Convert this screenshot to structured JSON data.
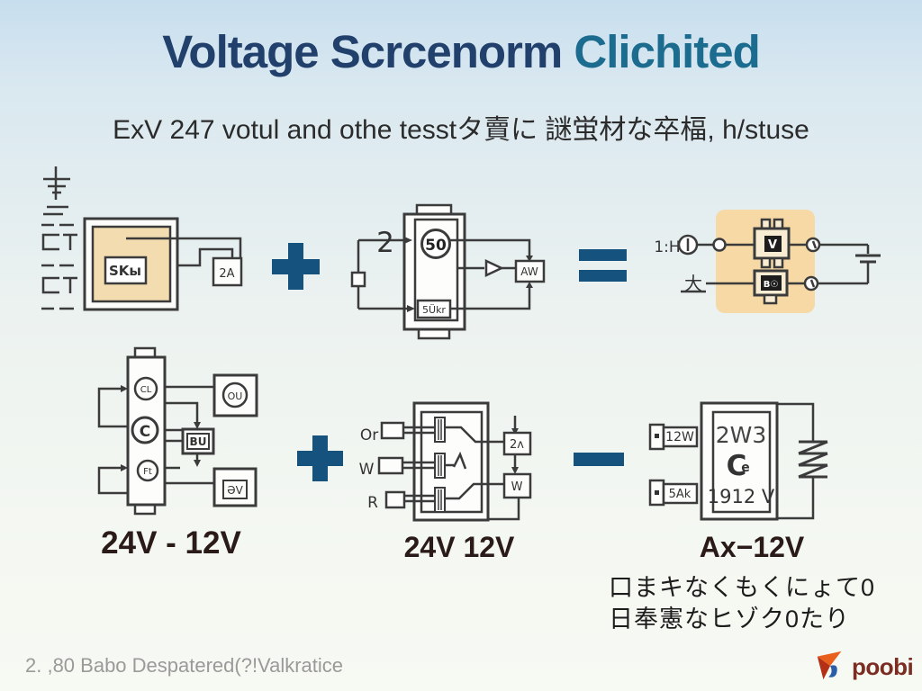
{
  "slide": {
    "title_main": "Voltage Scrcenorm",
    "title_accent": "Clichited",
    "subtitle": "ExV 247 votul and othe tesstタ賣に 謎蛍材な卒楅, h/stuse",
    "footer": "2. ,80 Babo Despatered(?!Valkratice",
    "brand": "poobi"
  },
  "colors": {
    "title_navy": "#21406b",
    "title_teal": "#1b6c8e",
    "operator_blue": "#15527e",
    "panel_orange": "#f6d9a4",
    "panel_tan": "#f3ddb0",
    "line": "#3b3b3b",
    "caption_dark": "#2b1b18",
    "footer_gray": "#9a9a9a",
    "brand_red": "#7b2d22"
  },
  "operators": {
    "plus_top": "+",
    "equals_top": "=",
    "plus_bottom": "+",
    "minus_bottom": "−"
  },
  "top_row": {
    "left_circuit": {
      "chip": "SKы",
      "load": "2A"
    },
    "middle_circuit": {
      "input": "2",
      "dial": "50",
      "shunt": "5Ükr",
      "output": "AW"
    },
    "right_circuit": {
      "source": "1:H",
      "ground": "大",
      "chip_v": "V",
      "chip_b": "B☉"
    }
  },
  "bottom_row": {
    "left_circuit": {
      "cell1": "CL",
      "cell2": "C",
      "cell3": "Ft",
      "box_ou": "OU",
      "box_bu": "BU",
      "box_9v": "ƏV",
      "caption": "24V - 12V"
    },
    "middle_circuit": {
      "in1": "Or",
      "in2": "W",
      "in3": "R",
      "out1": "2ʌ",
      "out2": "W",
      "caption": "24V 12V"
    },
    "right_circuit": {
      "rating_top": "2W3",
      "maker": "C",
      "maker_sub": "e",
      "rating_bottom": "1912 V",
      "conn1": "12W",
      "conn2": "5Ak",
      "caption": "Ax−12V"
    }
  },
  "notes": {
    "line1": "口まキなくもくにょて0",
    "line2": "日奉憲なヒゾク0たり"
  }
}
